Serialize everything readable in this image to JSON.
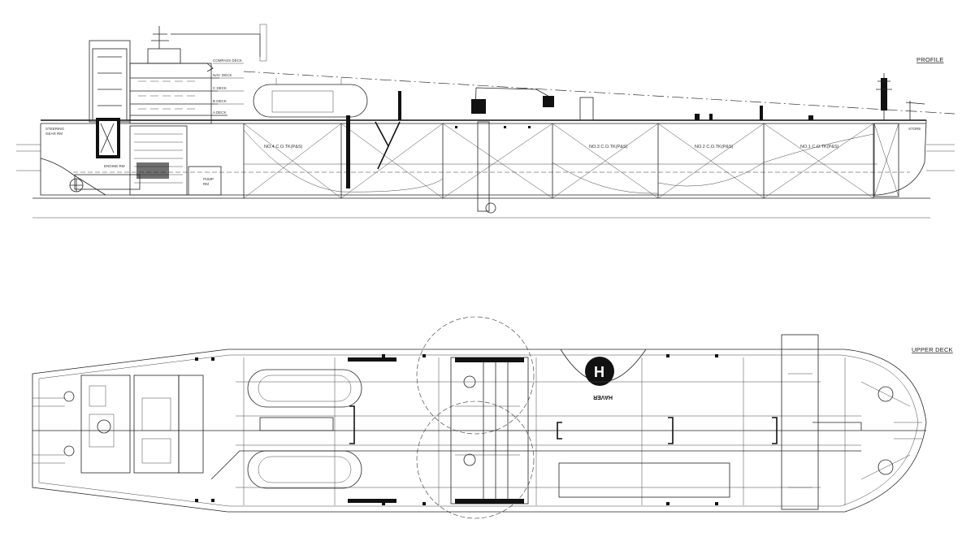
{
  "views": {
    "profile": {
      "title": "PROFILE"
    },
    "upper_deck": {
      "title": "UPPER DECK"
    }
  },
  "profile_labels": {
    "steering_gear_rm": [
      "STEERING",
      "GEAR RM"
    ],
    "engine_rm": "ENGINE RM",
    "pump_rm": [
      "PUMP",
      "RM"
    ],
    "compass_deck": "COMPASS DECK",
    "nav_deck": "NAV. DECK",
    "c_deck": "C DECK",
    "b_deck": "B DECK",
    "a_deck": "A DECK",
    "store": "STORE"
  },
  "tanks": [
    {
      "label": "NO.4 C.O.TK(P&S)"
    },
    {
      "label": "NO.3 C.O.TK(P&S)"
    },
    {
      "label": "NO.2 C.O.TK(P&S)"
    },
    {
      "label": "NO.1 C.O.TK(P&S)"
    }
  ],
  "helideck": {
    "symbol": "H",
    "marking": "HAVER"
  },
  "colors": {
    "line": "#222222",
    "background": "#ffffff"
  }
}
